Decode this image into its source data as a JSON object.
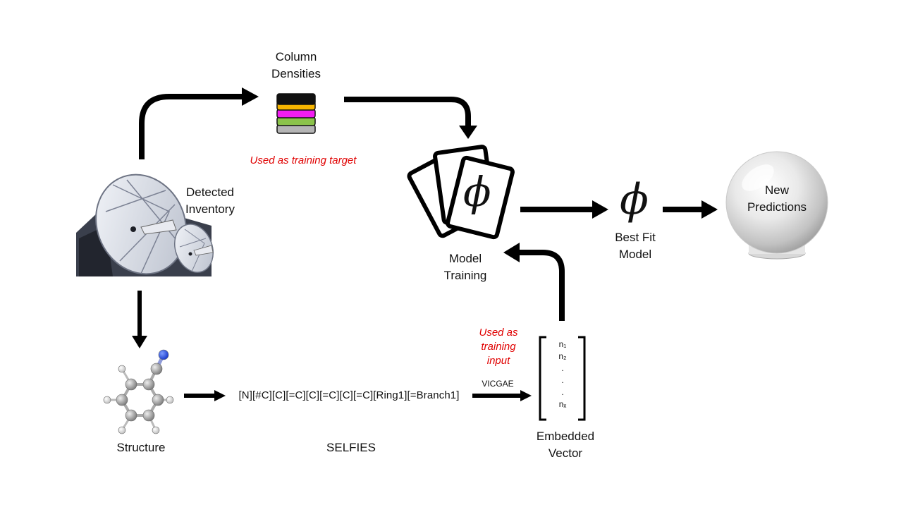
{
  "diagram": {
    "nodes": {
      "column_densities": {
        "label_line1": "Column",
        "label_line2": "Densities",
        "note": "Used as training target",
        "icon": "database-stack-icon",
        "stack_colors": [
          "#111111",
          "#f7b500",
          "#f21df2",
          "#8bc34a",
          "#b5b5b5"
        ]
      },
      "detected_inventory": {
        "label_line1": "Detected",
        "label_line2": "Inventory",
        "icon": "radio-telescope-icon"
      },
      "model_training": {
        "label_line1": "Model",
        "label_line2": "Training",
        "icon": "cards-phi-icon",
        "symbol": "ϕ"
      },
      "best_fit_model": {
        "label_line1": "Best Fit",
        "label_line2": "Model",
        "symbol": "ϕ"
      },
      "new_predictions": {
        "label_line1": "New",
        "label_line2": "Predictions",
        "icon": "crystal-ball-icon"
      },
      "structure": {
        "label": "Structure",
        "icon": "benzonitrile-molecule-icon"
      },
      "selfies": {
        "label": "SELFIES",
        "string": "[N][#C][C][=C][C][=C][C][=C][Ring1][=Branch1]"
      },
      "embedded_vector": {
        "label_line1": "Embedded",
        "label_line2": "Vector",
        "entries": [
          "n₁",
          "n₂",
          ".",
          ".",
          ".",
          "nₓ"
        ],
        "note_line1": "Used as",
        "note_line2": "training",
        "note_line3": "input"
      }
    },
    "edges": {
      "selfies_to_vector_label": "VICGAE"
    },
    "colors": {
      "note_red": "#e00000",
      "arrow": "#000000"
    }
  }
}
